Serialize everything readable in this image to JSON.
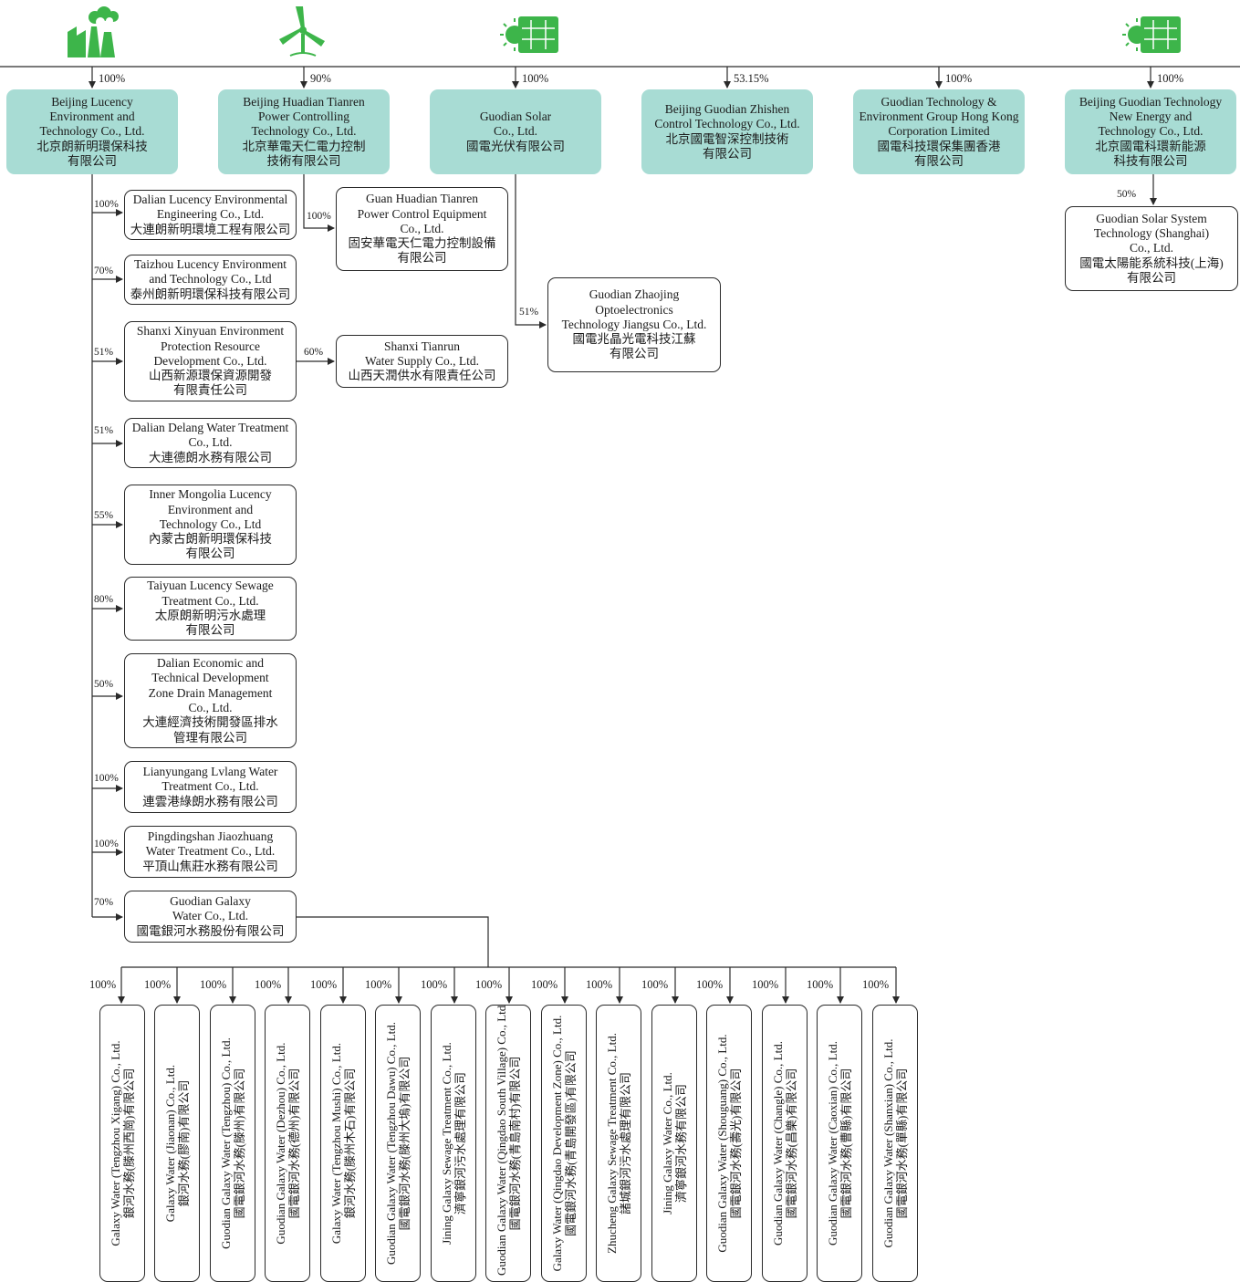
{
  "top_entities": [
    {
      "en": [
        "Beijing Lucency",
        "Environment and",
        "Technology Co., Ltd."
      ],
      "zh": [
        "北京朗新明環保科技",
        "有限公司"
      ],
      "pct": "100%"
    },
    {
      "en": [
        "Beijing Huadian Tianren",
        "Power Controlling",
        "Technology Co., Ltd."
      ],
      "zh": [
        "北京華電天仁電力控制",
        "技術有限公司"
      ],
      "pct": "90%"
    },
    {
      "en": [
        "Guodian Solar",
        "Co., Ltd."
      ],
      "zh": [
        "國電光伏有限公司"
      ],
      "pct": "100%"
    },
    {
      "en": [
        "Beijing Guodian Zhishen",
        "Control Technology Co., Ltd."
      ],
      "zh": [
        "北京國電智深控制技術",
        "有限公司"
      ],
      "pct": "53.15%"
    },
    {
      "en": [
        "Guodian Technology &",
        "Environment Group Hong Kong",
        "Corporation Limited"
      ],
      "zh": [
        "國電科技環保集團香港",
        "有限公司"
      ],
      "pct": "100%"
    },
    {
      "en": [
        "Beijing Guodian Technology",
        "New Energy and",
        "Technology Co., Ltd."
      ],
      "zh": [
        "北京國電科環新能源",
        "科技有限公司"
      ],
      "pct": "100%"
    }
  ],
  "lucency_subsidiaries": [
    {
      "pct": "100%",
      "lines": [
        "Dalian Lucency Environmental",
        "Engineering Co., Ltd.",
        "大連朗新明環境工程有限公司"
      ]
    },
    {
      "pct": "70%",
      "lines": [
        "Taizhou Lucency Environment",
        "and Technology Co., Ltd",
        "泰州朗新明環保科技有限公司"
      ]
    },
    {
      "pct": "51%",
      "lines": [
        "Shanxi Xinyuan Environment",
        "Protection Resource",
        "Development Co., Ltd.",
        "山西新源環保資源開發",
        "有限責任公司"
      ]
    },
    {
      "pct": "51%",
      "lines": [
        "Dalian Delang Water Treatment",
        "Co., Ltd.",
        "大連德朗水務有限公司"
      ]
    },
    {
      "pct": "55%",
      "lines": [
        "Inner Mongolia Lucency",
        "Environment and",
        "Technology Co., Ltd",
        "內蒙古朗新明環保科技",
        "有限公司"
      ]
    },
    {
      "pct": "80%",
      "lines": [
        "Taiyuan Lucency Sewage",
        "Treatment Co., Ltd.",
        "太原朗新明污水處理",
        "有限公司"
      ]
    },
    {
      "pct": "50%",
      "lines": [
        "Dalian Economic and",
        "Technical Development",
        "Zone Drain Management",
        "Co., Ltd.",
        "大連經濟技術開發區排水",
        "管理有限公司"
      ]
    },
    {
      "pct": "100%",
      "lines": [
        "Lianyungang Lvlang Water",
        "Treatment Co., Ltd.",
        "連雲港綠朗水務有限公司"
      ]
    },
    {
      "pct": "100%",
      "lines": [
        "Pingdingshan Jiaozhuang",
        "Water Treatment Co., Ltd.",
        "平頂山焦莊水務有限公司"
      ]
    },
    {
      "pct": "70%",
      "lines": [
        "Guodian Galaxy",
        "Water Co., Ltd.",
        "國電銀河水務股份有限公司"
      ]
    }
  ],
  "guan_huadian": {
    "pct": "100%",
    "lines": [
      "Guan Huadian Tianren",
      "Power Control Equipment",
      "Co., Ltd.",
      "固安華電天仁電力控制設備",
      "有限公司"
    ]
  },
  "shanxi_tianrun": {
    "pct": "60%",
    "lines": [
      "Shanxi Tianrun",
      "Water Supply Co., Ltd.",
      "山西天潤供水有限責任公司"
    ]
  },
  "zhaojing": {
    "pct": "51%",
    "lines": [
      "Guodian Zhaojing",
      "Optoelectronics",
      "Technology Jiangsu Co., Ltd.",
      "國電兆晶光電科技江蘇",
      "有限公司"
    ]
  },
  "solar_shanghai": {
    "pct": "50%",
    "lines": [
      "Guodian Solar System",
      "Technology (Shanghai)",
      "Co., Ltd.",
      "國電太陽能系統科技(上海)",
      "有限公司"
    ]
  },
  "galaxy_subsidiaries": [
    {
      "pct": "100%",
      "en": "Galaxy Water (Tengzhou Xigang) Co., Ltd.",
      "zh": "銀河水務(滕州西崗)有限公司"
    },
    {
      "pct": "100%",
      "en": "Galaxy Water (Jiaonan) Co., Ltd.",
      "zh": "銀河水務(膠南)有限公司"
    },
    {
      "pct": "100%",
      "en": "Guodian Galaxy Water (Tengzhou) Co., Ltd.",
      "zh": "國電銀河水務(滕州)有限公司"
    },
    {
      "pct": "100%",
      "en": "Guodian Galaxy Water (Dezhou) Co., Ltd.",
      "zh": "國電銀河水務(德州)有限公司"
    },
    {
      "pct": "100%",
      "en": "Galaxy Water (Tengzhou Mushi) Co., Ltd.",
      "zh": "銀河水務(滕州木石)有限公司"
    },
    {
      "pct": "100%",
      "en": "Guodian Galaxy Water (Tengzhou Dawu) Co., Ltd.",
      "zh": "國電銀河水務(滕州大塢)有限公司"
    },
    {
      "pct": "100%",
      "en": "Jining Galaxy Sewage Treatment Co., Ltd.",
      "zh": "濟寧銀河污水處理有限公司"
    },
    {
      "pct": "100%",
      "en": "Guodian Galaxy Water (Qingdao South Village) Co., Ltd.",
      "zh": "國電銀河水務(青島南村)有限公司"
    },
    {
      "pct": "100%",
      "en": "Galaxy Water (Qingdao Development Zone) Co., Ltd.",
      "zh": "國電銀河水務(青島開發區)有限公司"
    },
    {
      "pct": "100%",
      "en": "Zhucheng Galaxy Sewage Treatment Co., Ltd.",
      "zh": "諸城銀河污水處理有限公司"
    },
    {
      "pct": "100%",
      "en": "Jining Galaxy Water Co., Ltd.",
      "zh": "濟寧銀河水務有限公司"
    },
    {
      "pct": "100%",
      "en": "Guodian Galaxy Water (Shouguang) Co., Ltd.",
      "zh": "國電銀河水務(壽光)有限公司"
    },
    {
      "pct": "100%",
      "en": "Guodian Galaxy Water (Changle) Co., Ltd.",
      "zh": "國電銀河水務(昌樂)有限公司"
    },
    {
      "pct": "100%",
      "en": "Guodian Galaxy Water (Caoxian) Co., Ltd.",
      "zh": "國電銀河水務(曹縣)有限公司"
    },
    {
      "pct": "100%",
      "en": "Guodian Galaxy Water (Shanxian) Co., Ltd.",
      "zh": "國電銀河水務(單縣)有限公司"
    }
  ],
  "icons": [
    "factory-icon",
    "wind-turbine-icon",
    "solar-panel-icon",
    "solar-panel-icon"
  ],
  "colors": {
    "top_box": "#a8dcd4",
    "icon_green": "#3db54a",
    "line": "#2a2a2a"
  }
}
